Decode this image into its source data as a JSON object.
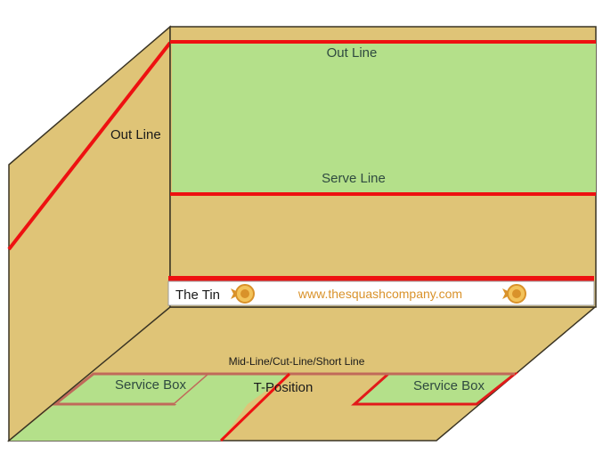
{
  "labels": {
    "front_out_line": "Out Line",
    "side_out_line": "Out Line",
    "serve_line": "Serve Line",
    "tin": "The Tin",
    "website": "www.thesquashcompany.com",
    "short_line": "Mid-Line/Cut-Line/Short Line",
    "t_position": "T-Position",
    "service_box_left": "Service Box",
    "service_box_right": "Service Box"
  },
  "colors": {
    "wall": "#dfc477",
    "floor": "#dfc477",
    "shadow_wall": "#d3b766",
    "green_area": "#b4e08a",
    "red_line": "#ee1111",
    "outline": "#3a3424",
    "tin_board": "#ffffff",
    "brand_orange": "#d9922a"
  },
  "icons": [
    "lion-logo-icon",
    "lion-logo-icon"
  ]
}
